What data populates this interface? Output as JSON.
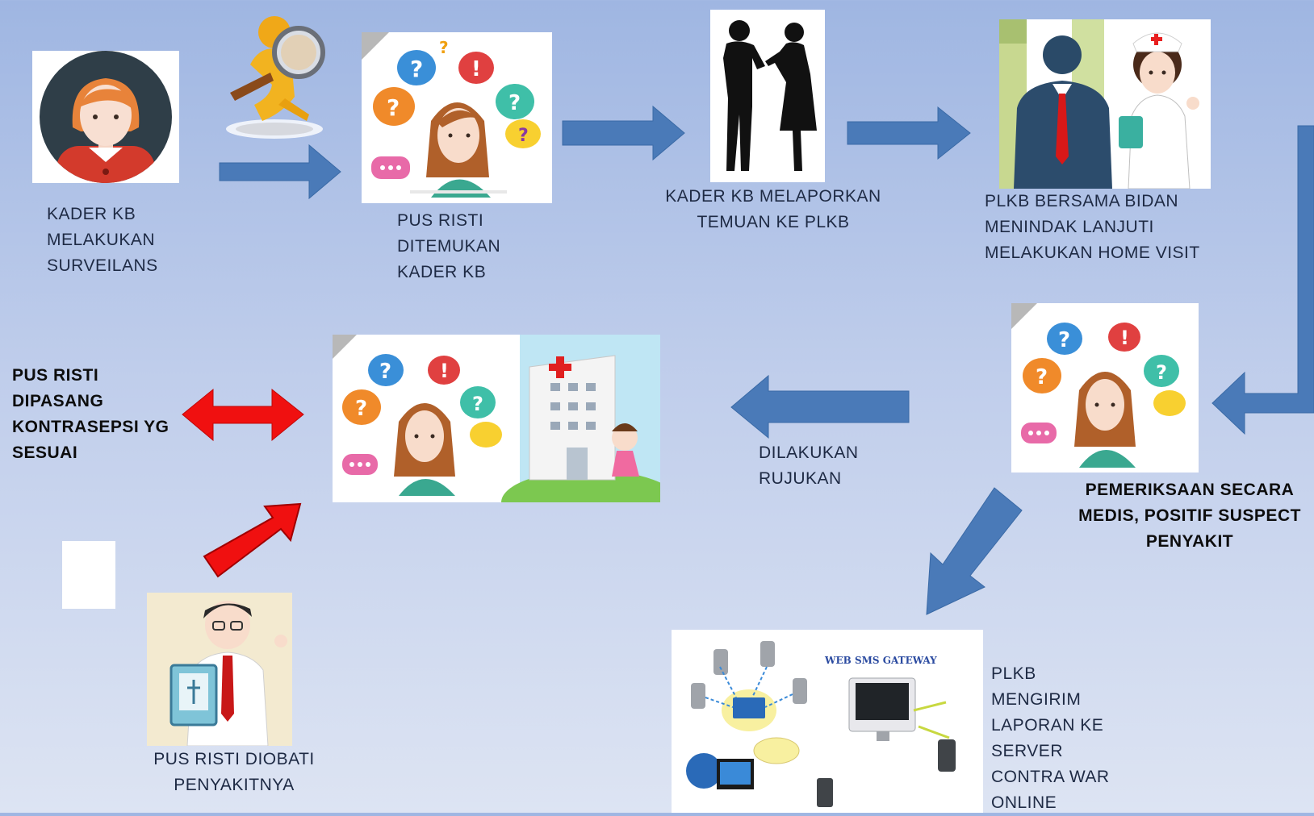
{
  "steps": {
    "kader_surveilans": [
      "KADER KB",
      "MELAKUKAN",
      "SURVEILANS"
    ],
    "pus_ditemukan": [
      "PUS RISTI",
      "DITEMUKAN",
      "KADER KB"
    ],
    "kader_melaporkan": [
      "KADER KB MELAPORKAN",
      "TEMUAN KE PLKB"
    ],
    "plkb_bidan": [
      "PLKB BERSAMA BIDAN",
      "MENINDAK LANJUTI",
      "MELAKUKAN HOME VISIT"
    ],
    "pemeriksaan": [
      "PEMERIKSAAN SECARA",
      "MEDIS, POSITIF SUSPECT",
      "PENYAKIT"
    ],
    "rujukan": [
      "DILAKUKAN",
      "RUJUKAN"
    ],
    "kontrasepsi": [
      "PUS RISTI",
      "DIPASANG",
      "KONTRASEPSI YG",
      "SESUAI"
    ],
    "diobati": [
      "PUS RISTI DIOBATI",
      "PENYAKITNYA"
    ],
    "sms_report": [
      "PLKB",
      "MENGIRIM",
      "LAPORAN KE",
      "SERVER",
      "CONTRA WAR",
      "ONLINE"
    ]
  },
  "sms_gateway_title": "WEB SMS GATEWAY",
  "colors": {
    "flow_arrow": "#4a7ab8",
    "red_arrow": "#f01010",
    "background_top": "#9fb6e2"
  }
}
